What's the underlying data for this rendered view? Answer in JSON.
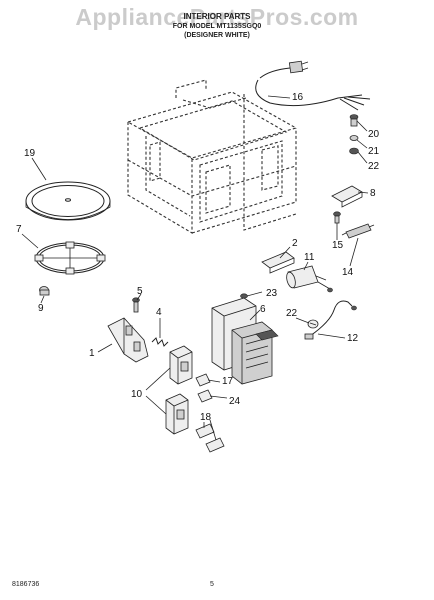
{
  "watermark": "AppliancePartsPros.com",
  "header": {
    "title": "INTERIOR PARTS",
    "model_line": "FOR MODEL MT1135SGQ0",
    "color_line": "(DESIGNER WHITE)"
  },
  "footer": {
    "code": "8186736",
    "page": "5"
  },
  "callouts": [
    "1",
    "2",
    "4",
    "5",
    "6",
    "7",
    "8",
    "9",
    "10",
    "11",
    "12",
    "14",
    "15",
    "16",
    "17",
    "18",
    "19",
    "20",
    "21",
    "22",
    "22",
    "23",
    "24"
  ]
}
